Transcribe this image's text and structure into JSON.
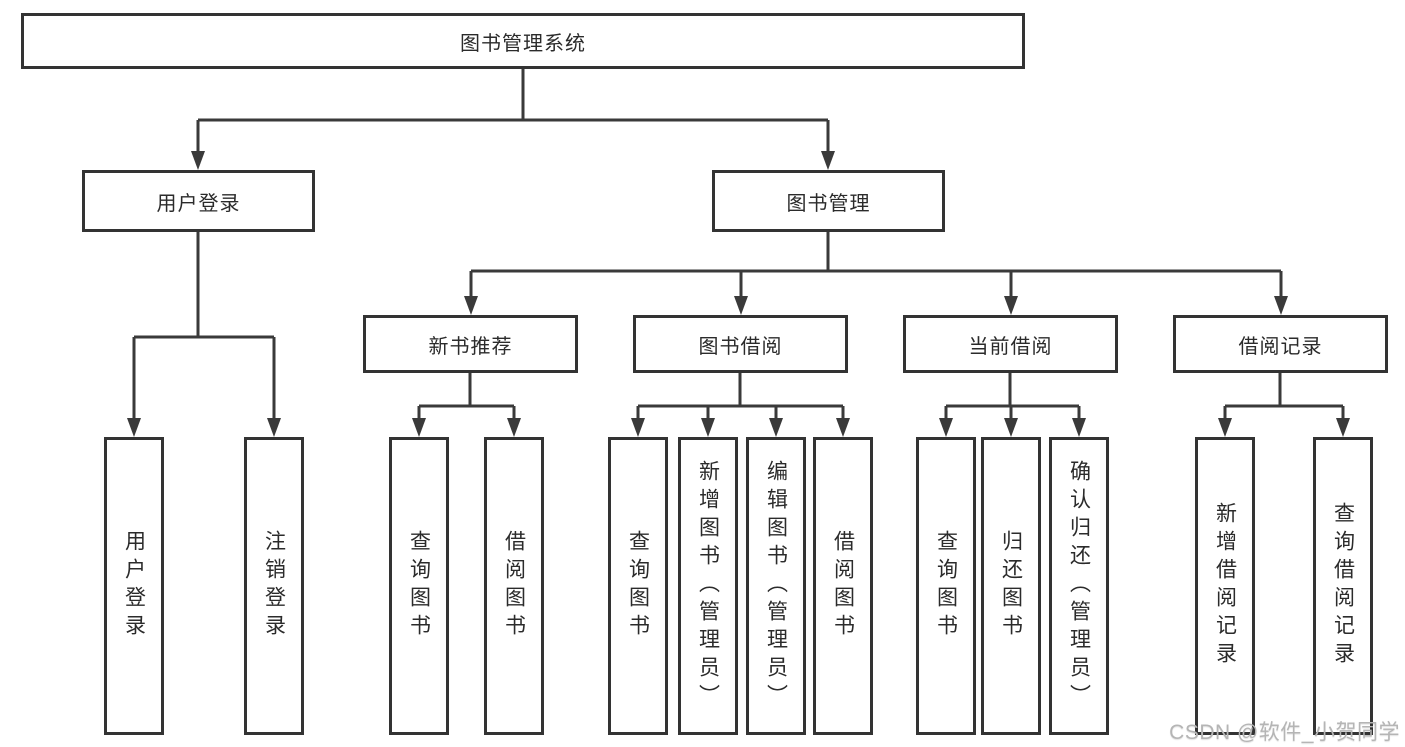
{
  "diagram": {
    "root": {
      "label": "图书管理系统"
    },
    "level2": [
      {
        "label": "用户登录"
      },
      {
        "label": "图书管理"
      }
    ],
    "level3": [
      {
        "label": "新书推荐"
      },
      {
        "label": "图书借阅"
      },
      {
        "label": "当前借阅"
      },
      {
        "label": "借阅记录"
      }
    ],
    "leaves": [
      {
        "label": "用户登录"
      },
      {
        "label": "注销登录"
      },
      {
        "label": "查询图书"
      },
      {
        "label": "借阅图书"
      },
      {
        "label": "查询图书"
      },
      {
        "label": "新增图书（管理员）"
      },
      {
        "label": "编辑图书（管理员）"
      },
      {
        "label": "借阅图书"
      },
      {
        "label": "查询图书"
      },
      {
        "label": "归还图书"
      },
      {
        "label": "确认归还（管理员）"
      },
      {
        "label": "新增借阅记录"
      },
      {
        "label": "查询借阅记录"
      }
    ]
  },
  "watermark": {
    "text": "CSDN @软件_小贺同学"
  },
  "colors": {
    "line": "#3a3a3a",
    "box_border": "#333333",
    "text": "#2b2b2b",
    "watermark": "#b5b5b5",
    "background": "#ffffff"
  }
}
